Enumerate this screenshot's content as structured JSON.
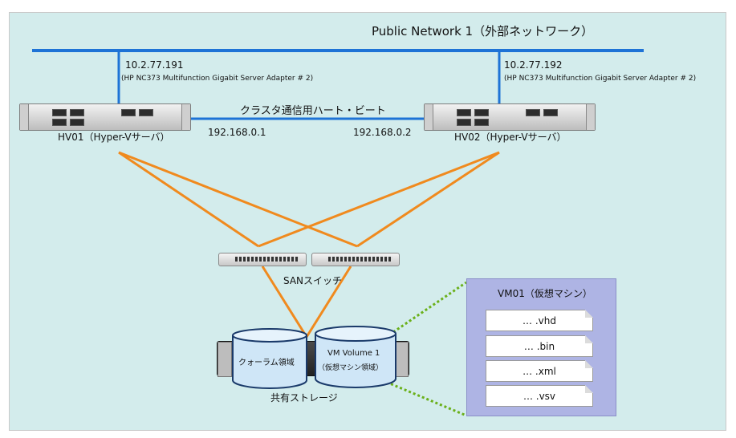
{
  "network": {
    "public_label": "Public Network 1（外部ネットワーク）"
  },
  "hv01": {
    "ip": "10.2.77.191",
    "adapter": "(HP NC373 Multifunction Gigabit Server Adapter # 2)",
    "name": "HV01（Hyper-Vサーバ）",
    "heartbeat_ip": "192.168.0.1"
  },
  "hv02": {
    "ip": "10.2.77.192",
    "adapter": "(HP NC373 Multifunction Gigabit Server Adapter # 2)",
    "name": "HV02（Hyper-Vサーバ）",
    "heartbeat_ip": "192.168.0.2"
  },
  "heartbeat": {
    "label": "クラスタ通信用ハート・ビート"
  },
  "san": {
    "label": "SANスイッチ"
  },
  "storage": {
    "label": "共有ストレージ",
    "quorum": "クォーラム領域",
    "vm_volume_line1": "VM Volume 1",
    "vm_volume_line2": "（仮想マシン領域）"
  },
  "vm": {
    "title": "VM01（仮想マシン）",
    "files": [
      "… .vhd",
      "… .bin",
      "… .xml",
      "… .vsv"
    ]
  },
  "colors": {
    "network_line": "#1e73d6",
    "fc_line": "#f08a1e",
    "vm_link": "#6ab01a",
    "background": "#d3ecec",
    "vm_panel": "#aeb4e4",
    "cylinder": "#cfe6f7"
  }
}
